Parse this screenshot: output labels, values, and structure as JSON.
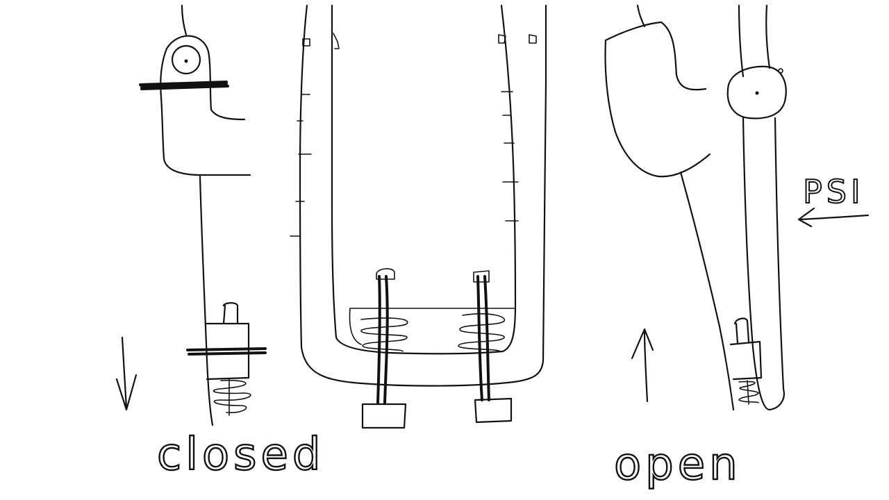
{
  "labels": {
    "closed": "closed",
    "open": "open",
    "pressure": "PSI"
  },
  "colors": {
    "background": "#ffffff",
    "ink": "#111111"
  }
}
